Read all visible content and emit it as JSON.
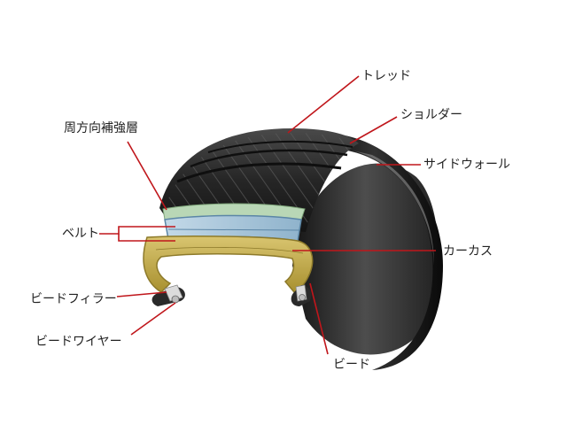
{
  "labels": {
    "tread": "トレッド",
    "shoulder": "ショルダー",
    "sidewall": "サイドウォール",
    "cap_ply": "周方向補強層",
    "belt": "ベルト",
    "carcass": "カーカス",
    "bead_filler": "ビードフィラー",
    "bead_wire": "ビードワイヤー",
    "bead": "ビード"
  },
  "colors": {
    "leader_line": "#c0161b",
    "tire_rubber": "#1f1f1f",
    "tread_surface": "#3a3a3a",
    "belt_fill": "#a9c7dc",
    "belt_edge": "#5b86a6",
    "cap_ply_fill": "#b9d7b6",
    "carcass_fill": "#c8b25a",
    "carcass_edge": "#8d7a2a"
  }
}
